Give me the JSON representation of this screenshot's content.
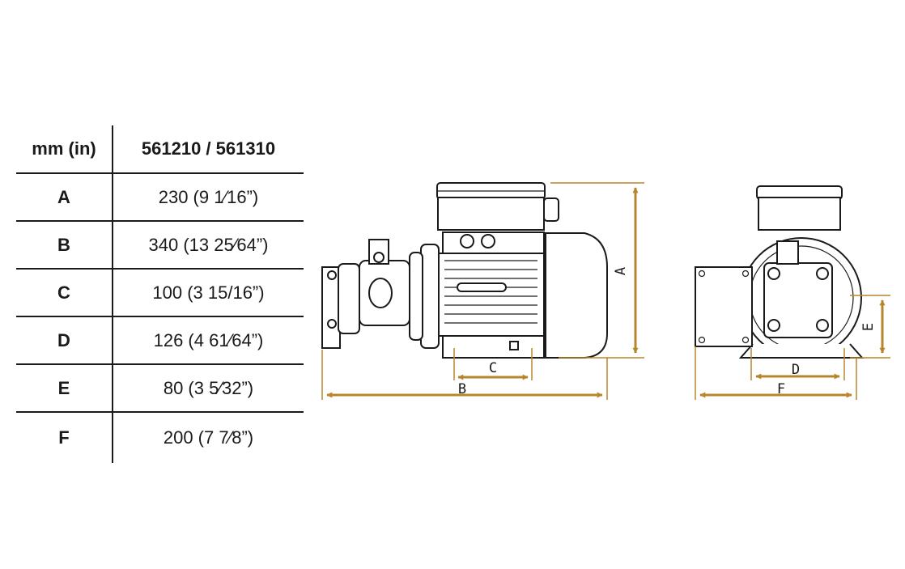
{
  "table": {
    "header": {
      "key": "mm (in)",
      "value": "561210 / 561310"
    },
    "rows": [
      {
        "key": "A",
        "value": "230 (9 1⁄16”)"
      },
      {
        "key": "B",
        "value": "340 (13 25⁄64”)"
      },
      {
        "key": "C",
        "value": "100 (3 15/16”)"
      },
      {
        "key": "D",
        "value": "126 (4 61⁄64”)"
      },
      {
        "key": "E",
        "value": "80 (3 5⁄32”)"
      },
      {
        "key": "F",
        "value": "200 (7 7⁄8”)"
      }
    ]
  },
  "drawing": {
    "labels": {
      "A": "A",
      "B": "B",
      "C": "C",
      "D": "D",
      "E": "E",
      "F": "F"
    },
    "dimension_color": "#b8862a",
    "line_color": "#1a1a1a"
  }
}
